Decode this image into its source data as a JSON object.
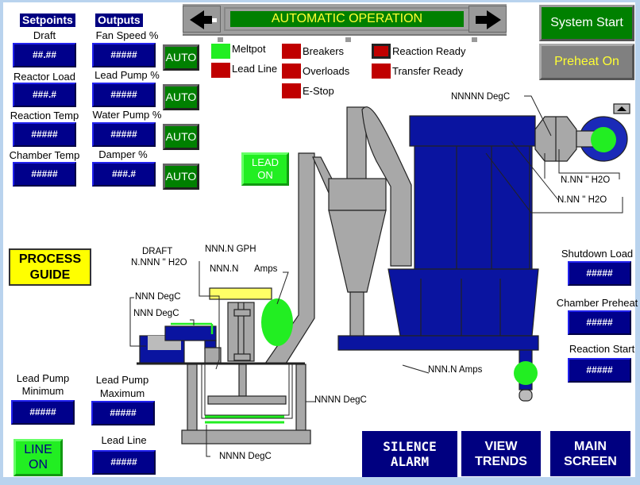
{
  "setpoints": {
    "header": "Setpoints",
    "items": [
      {
        "label": "Draft",
        "value": "##.##"
      },
      {
        "label": "Reactor Load",
        "value": "###.#"
      },
      {
        "label": "Reaction Temp",
        "value": "#####"
      },
      {
        "label": "Chamber Temp",
        "value": "#####"
      }
    ]
  },
  "outputs": {
    "header": "Outputs",
    "items": [
      {
        "label": "Fan Speed %",
        "value": "#####",
        "mode": "AUTO"
      },
      {
        "label": "Lead Pump %",
        "value": "#####",
        "mode": "AUTO"
      },
      {
        "label": "Water Pump %",
        "value": "#####",
        "mode": "AUTO"
      },
      {
        "label": "Damper %",
        "value": "###.#",
        "mode": "AUTO"
      }
    ]
  },
  "banner": {
    "title": "AUTOMATIC OPERATION",
    "title_color": "#ffff33",
    "bg_color": "#008000"
  },
  "indicators": [
    {
      "label": "Meltpot",
      "color": "#22ee22"
    },
    {
      "label": "Lead Line",
      "color": "#c00000"
    },
    {
      "label": "Breakers",
      "color": "#c00000"
    },
    {
      "label": "Overloads",
      "color": "#c00000"
    },
    {
      "label": "E-Stop",
      "color": "#c00000"
    },
    {
      "label": "Reaction Ready",
      "color": "#c00000"
    },
    {
      "label": "Transfer Ready",
      "color": "#c00000"
    }
  ],
  "controls": {
    "system_start": "System Start",
    "preheat_on": "Preheat On",
    "lead_on": [
      "LEAD",
      "ON"
    ],
    "line_on": [
      "LINE",
      "ON"
    ],
    "process_guide": [
      "PROCESS",
      "GUIDE"
    ]
  },
  "process": {
    "exhaust_temp": "NNNNN   DegC",
    "fan_pressure": "N.NN    \" H2O",
    "baghouse_pressure": "N.NN     \" H2O",
    "draft_label": "DRAFT",
    "draft_value": "N.NNN    \" H2O",
    "flow": "NNN.N    GPH",
    "amps_value": "NNN.N",
    "amps_label": "Amps",
    "pot_temp_1": "NNN DegC",
    "pot_temp_2": "NNN DegC",
    "reactor_temp_side": "NNNN DegC",
    "reactor_temp_bottom": "NNNN  DegC",
    "conveyor_amps": "NNN.N  Amps"
  },
  "right_setpoints": [
    {
      "label": "Shutdown Load",
      "value": "#####"
    },
    {
      "label": "Chamber Preheat",
      "value": "#####"
    },
    {
      "label": "Reaction Start",
      "value": "#####"
    }
  ],
  "lead_pump": [
    {
      "label": [
        "Lead Pump",
        "Minimum"
      ],
      "value": "#####"
    },
    {
      "label": [
        "Lead Pump",
        "Maximum"
      ],
      "value": "#####"
    },
    {
      "label": [
        "Lead Line"
      ],
      "value": "#####"
    }
  ],
  "nav_buttons": [
    {
      "label": [
        "SILENCE",
        "ALARM"
      ]
    },
    {
      "label": [
        "VIEW",
        "TRENDS"
      ]
    },
    {
      "label": [
        "MAIN",
        "SCREEN"
      ]
    }
  ]
}
